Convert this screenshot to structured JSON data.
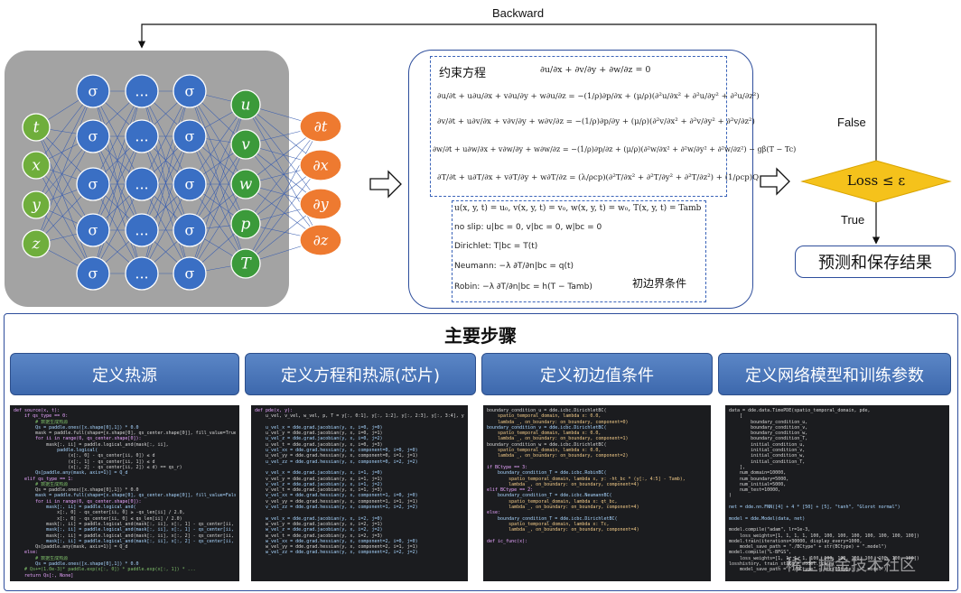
{
  "arrows": {
    "backward": "Backward",
    "false_label": "False",
    "true_label": "True"
  },
  "network": {
    "inputs": [
      "t",
      "x",
      "y",
      "z"
    ],
    "hidden_symbols": [
      "σ",
      "...",
      "σ"
    ],
    "outputs": [
      "u",
      "v",
      "w",
      "p",
      "T"
    ],
    "derivatives": [
      "∂t",
      "∂x",
      "∂y",
      "∂z"
    ],
    "colors": {
      "input": "#6fae3c",
      "hidden": "#3a6fc4",
      "output": "#3b9a3a",
      "derivative": "#ee7a30",
      "panel": "#a3a3a3"
    }
  },
  "equations": {
    "title": "约束方程",
    "continuity": "∂u/∂x + ∂v/∂y + ∂w/∂z = 0",
    "lines": [
      "∂u/∂t + u∂u/∂x + v∂u/∂y + w∂u/∂z = −(1/ρ)∂p/∂x + (μ/ρ)(∂²u/∂x² + ∂²u/∂y² + ∂²u/∂z²)",
      "∂v/∂t + u∂v/∂x + v∂v/∂y + w∂v/∂z = −(1/ρ)∂p/∂y + (μ/ρ)(∂²v/∂x² + ∂²v/∂y² + ∂²v/∂z²)",
      "∂w/∂t + u∂w/∂x + v∂w/∂y + w∂w/∂z = −(1/ρ)∂p/∂z + (μ/ρ)(∂²w/∂x² + ∂²w/∂y² + ∂²w/∂z²) − gβ(T − Tc)",
      "∂T/∂t + u∂T/∂x + v∂T/∂y + w∂T/∂z = (λ/ρcp)(∂²T/∂x² + ∂²T/∂y² + ∂²T/∂z²) + (1/ρcp)Q"
    ]
  },
  "boundary": {
    "label": "初边界条件",
    "lines": [
      "u(x, y, t) = u₀, v(x, y, t) = v₀, w(x, y, t) = w₀, T(x, y, t) = Tamb",
      "no slip: u|bc = 0, v|bc = 0, w|bc = 0",
      "Dirichlet: T|bc = T(t)",
      "Neumann: −λ ∂T/∂n|bc = q(t)",
      "Robin: −λ ∂T/∂n|bc = h(T − Tamb)"
    ]
  },
  "decision": {
    "label": "Loss ≤ ε",
    "color": "#f5c21b"
  },
  "result": {
    "label": "预测和保存结果"
  },
  "steps": {
    "title": "主要步骤",
    "headers": [
      "定义热源",
      "定义方程和热源(芯片)",
      "定义初边值条件",
      "定义网络模型和训练参数"
    ]
  },
  "watermark": "稀土掘金技术社区",
  "code_panels": [
    [
      "def source(x, t):",
      "    if qs_type == 0:",
      "        # 数据生成热源",
      "        Qs = paddle.ones([x.shape[0],1]) * 0.0",
      "        mask = paddle.full(shape=[x.shape[0], qs_center.shape[0]], fill_value=True, dtype='bool')",
      "        for ii in range(0, qs_center.shape[0]):",
      "            mask[:, ii] = paddle.logical_and(mask[:, ii],",
      "                paddle.logical(",
      "                    (x[:, 0] - qs_center[ii, 0]) ≤ d",
      "                    (x[:, 1] - qs_center[ii, 1]) ≤ d",
      "                    (x[:, 2] - qs_center[ii, 2]) ≤ d) == qs_r)",
      "        Qs[paddle.any(mask, axis=1)] = Q_d",
      "    elif qs_type == 1:",
      "        # 数据生成热源",
      "        Qs = paddle.ones([x.shape[0],1]) * 0.0",
      "        mask = paddle.full(shape=[x.shape[0], qs_center.shape[0]], fill_value=False, dtype='bool')",
      "        for ii in range(0, qs_center.shape[0]):",
      "            mask[:, ii] = paddle.logical_and(",
      "                x[:, 0] - qs_center[ii, 0] ≥ -qs_len[ii] / 2.0,",
      "                x[:, 0] - qs_center[ii, 0] ≤ qs_len[ii] / 2.0)",
      "            mask[:, ii] = paddle.logical_and(mask[:, ii], x[:, 1] - qs_center[ii, 1] ≥ -qs_len[ii] / 2.0)",
      "            mask[:, ii] = paddle.logical_and(mask[:, ii], x[:, 1] - qs_center[ii, 1] ≤ qs_len[ii] / 2.0)",
      "            mask[:, ii] = paddle.logical_and(mask[:, ii], x[:, 2] - qs_center[ii, 2] ≥ -qs_len[ii] / 2.0)",
      "            mask[:, ii] = paddle.logical_and(mask[:, ii], x[:, 2] - qs_center[ii, 2] ≤ qs_len[ii] / 2.0)",
      "        Qs[paddle.any(mask, axis=1)] = Q_d",
      "    else:",
      "        # 数据生成热源",
      "        Qs = paddle.ones([x.shape[0],1]) * 0.0",
      "    # Qs+=(1.0e-3)* paddle.exp(x[:, 0]) * paddle.exp(x[:, 1]) * ...",
      "    return Qs[:, None]"
    ],
    [
      "def pde(x, y):",
      "    u_vel, v_vel, w_vel, p, T = y[:, 0:1], y[:, 1:2], y[:, 2:3], y[:, 3:4], y[:, 4:5]",
      "",
      "    u_vel_x = dde.grad.jacobian(y, x, i=0, j=0)",
      "    u_vel_y = dde.grad.jacobian(y, x, i=0, j=1)",
      "    u_vel_z = dde.grad.jacobian(y, x, i=0, j=2)",
      "    u_vel_t = dde.grad.jacobian(y, x, i=0, j=3)",
      "    u_vel_xx = dde.grad.hessian(y, x, component=0, i=0, j=0)",
      "    u_vel_yy = dde.grad.hessian(y, x, component=0, i=1, j=1)",
      "    u_vel_zz = dde.grad.hessian(y, x, component=0, i=2, j=2)",
      "",
      "    v_vel_x = dde.grad.jacobian(y, x, i=1, j=0)",
      "    v_vel_y = dde.grad.jacobian(y, x, i=1, j=1)",
      "    v_vel_z = dde.grad.jacobian(y, x, i=1, j=2)",
      "    v_vel_t = dde.grad.jacobian(y, x, i=1, j=3)",
      "    v_vel_xx = dde.grad.hessian(y, x, component=1, i=0, j=0)",
      "    v_vel_yy = dde.grad.hessian(y, x, component=1, i=1, j=1)",
      "    v_vel_zz = dde.grad.hessian(y, x, component=1, i=2, j=2)",
      "",
      "    w_vel_x = dde.grad.jacobian(y, x, i=2, j=0)",
      "    w_vel_y = dde.grad.jacobian(y, x, i=2, j=1)",
      "    w_vel_z = dde.grad.jacobian(y, x, i=2, j=2)",
      "    w_vel_t = dde.grad.jacobian(y, x, i=2, j=3)",
      "    w_vel_xx = dde.grad.hessian(y, x, component=2, i=0, j=0)",
      "    w_vel_yy = dde.grad.hessian(y, x, component=2, i=1, j=1)",
      "    w_vel_zz = dde.grad.hessian(y, x, component=2, i=2, j=2)"
    ],
    [
      "boundary_condition_u = dde.icbc.DirichletBC(",
      "    spatio_temporal_domain, lambda x: 0.0,",
      "    lambda _, on_boundary: on_boundary, component=0)",
      "boundary_condition_v = dde.icbc.DirichletBC(",
      "    spatio_temporal_domain, lambda x: 0.0,",
      "    lambda _, on_boundary: on_boundary, component=1)",
      "boundary_condition_w = dde.icbc.DirichletBC(",
      "    spatio_temporal_domain, lambda x: 0.0,",
      "    lambda _, on_boundary: on_boundary, component=2)",
      "",
      "if BCtype == 3:",
      "    boundary_condition_T = dde.icbc.RobinBC(",
      "        spatio_temporal_domain, lambda x, y: -ht_bc * (y[:, 4:5] - Tamb),",
      "        lambda _, on_boundary: on_boundary, component=4)",
      "elif BCtype == 2:",
      "    boundary_condition_T = dde.icbc.NeumannBC(",
      "        spatio_temporal_domain, lambda x: qt_bc,",
      "        lambda _, on_boundary: on_boundary, component=4)",
      "else:",
      "    boundary_condition_T = dde.icbc.DirichletBC(",
      "        spatio_temporal_domain, lambda x: Tc,",
      "        lambda _, on_boundary: on_boundary, component=4)",
      "",
      "def ic_func(x):"
    ],
    [
      "data = dde.data.TimePDE(spatio_temporal_domain, pde,",
      "    [",
      "        boundary_condition_u,",
      "        boundary_condition_v,",
      "        boundary_condition_w,",
      "        boundary_condition_T,",
      "        initial_condition_u,",
      "        initial_condition_v,",
      "        initial_condition_w,",
      "        initial_condition_T,",
      "    ],",
      "    num_domain=10000,",
      "    num_boundary=5000,",
      "    num_initial=5000,",
      "    num_test=10000,",
      ")",
      "",
      "net = dde.nn.FNN([4] + 4 * [50] + [5], \"tanh\", \"Glorot normal\")",
      "",
      "model = dde.Model(data, net)",
      "",
      "model.compile(\"adam\", lr=1e-3,",
      "    loss_weights=[1, 1, 1, 1, 100, 100, 100, 100, 100, 100, 100, 100])",
      "model.train(iterations=30000, display_every=1000,",
      "    model_save_path = \"./BCtype\" + str(BCtype) + \".model\")",
      "model.compile(\"L-BFGS\",",
      "    loss_weights=[1, 1, 1, 1, 100, 100, 100, 100, 100, 100, 100, 100])",
      "losshistory, train_state = model.train(",
      "    model_save_path = \"./BCtype\" + str(BCtype) + \".model\")"
    ]
  ]
}
